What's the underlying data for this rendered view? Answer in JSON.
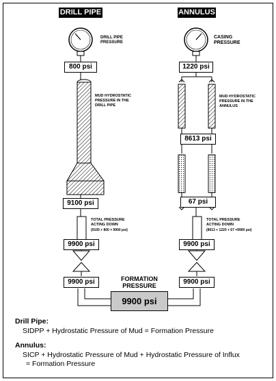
{
  "headers": {
    "drill_pipe": "DRILL PIPE",
    "annulus": "ANNULUS"
  },
  "gauges": {
    "drill_pipe_label": "DRILL PIPE\nPRESSURE",
    "casing_label": "CASING\nPRESSURE"
  },
  "drill_pipe": {
    "sidpp": "800 psi",
    "hydro_label": "MUD HYDROSTATIC\nPRESSURE IN THE\nDRILL PIPE",
    "bottom": "9100 psi",
    "total_label": "TOTAL PRESSURE\nACTING DOWN",
    "total_calc": "(9100 + 800 = 9900 psi)",
    "down_value": "9900 psi",
    "up_value": "9900 psi"
  },
  "annulus": {
    "sicp": "1220 psi",
    "hydro_label": "MUD HYDROSTATIC\nPRESSURE IN THE\nANNULUS",
    "mid": "8613 psi",
    "bottom": "67 psi",
    "total_label": "TOTAL PRESSURE\nACTING DOWN",
    "total_calc": "(8613 + 1220 + 67 =9900 psi)",
    "down_value": "9900 psi",
    "up_value": "9900 psi"
  },
  "formation": {
    "title": "FORMATION\nPRESSURE",
    "value": "9900 psi"
  },
  "legend": {
    "dp_title": "Drill Pipe:",
    "dp_text": "SIDPP + Hydrostatic Pressure of Mud = Formation Pressure",
    "an_title": "Annulus:",
    "an_text1": "SICP + Hydrostatic Pressure of Mud + Hydrostatic Pressure of Influx",
    "an_text2": "= Formation Pressure"
  },
  "colors": {
    "formation_fill": "#c9c9c9"
  }
}
